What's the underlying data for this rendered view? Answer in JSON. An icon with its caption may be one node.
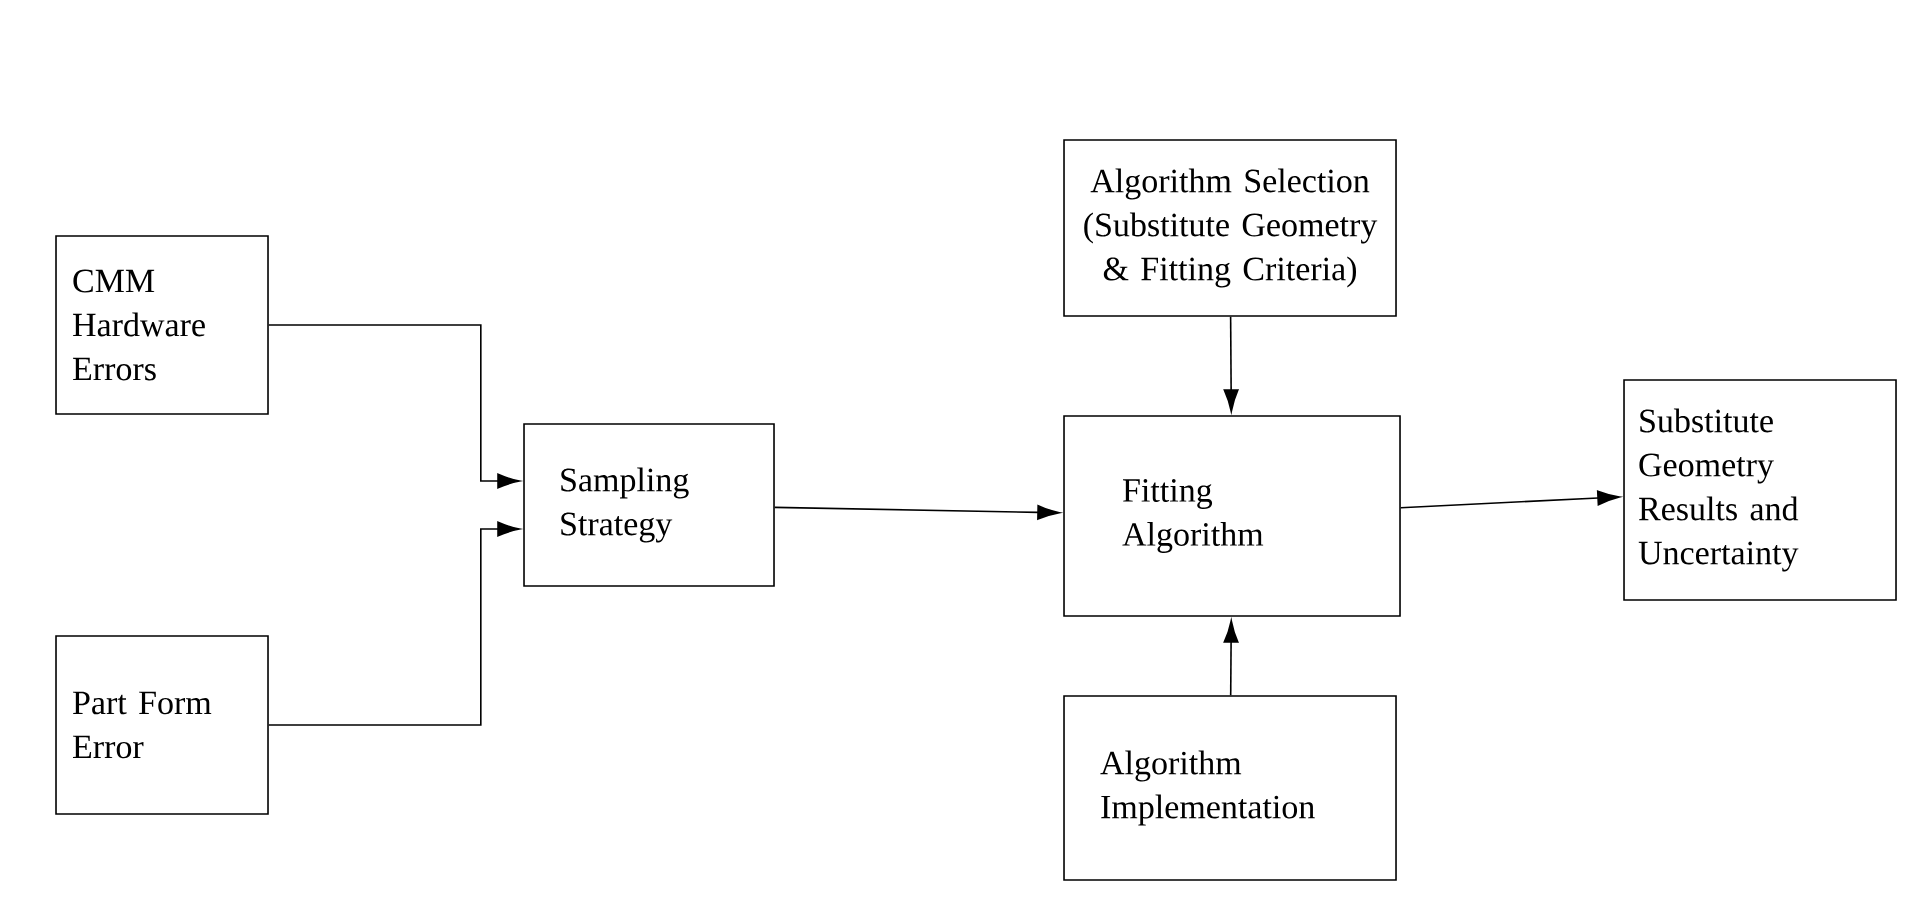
{
  "diagram": {
    "nodes": [
      {
        "text": [
          "CMM Hardware Errors"
        ]
      },
      {
        "text": [
          "Part Form Error"
        ]
      },
      {
        "text": [
          "Sampling Strategy"
        ]
      },
      {
        "text": [
          "Algorithm Selection (Substitute Geometry & Fitting Criteria)"
        ]
      },
      {
        "text": [
          "Fitting Algorithm"
        ]
      },
      {
        "text": [
          "Algorithm Implementation"
        ]
      },
      {
        "text": [
          "Substitute Geometry Results and Uncertainty"
        ]
      }
    ],
    "edges": [
      {
        "from": 0,
        "to": 2,
        "arrow": "to"
      },
      {
        "from": 1,
        "to": 2,
        "arrow": "to"
      },
      {
        "from": 2,
        "to": 4,
        "arrow": "to"
      },
      {
        "from": 3,
        "to": 4,
        "arrow": "to"
      },
      {
        "from": 5,
        "to": 4,
        "arrow": "to"
      },
      {
        "from": 4,
        "to": 6,
        "arrow": "to"
      }
    ]
  }
}
